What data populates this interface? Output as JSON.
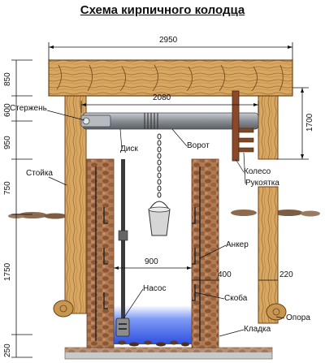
{
  "title": "Схема кирпичного колодца",
  "dimensions": {
    "top_width": "2950",
    "shaft_length": "2080",
    "inner_width": "900",
    "wall_width": "400",
    "post_width": "220",
    "left_850": "850",
    "left_600": "600",
    "left_950": "950",
    "left_750": "750",
    "left_1750": "1750",
    "left_250": "250",
    "right_1700": "1700"
  },
  "labels": {
    "rod": "Стержень",
    "disk": "Диск",
    "collar": "Ворот",
    "post": "Стойка",
    "wheel": "Колесо",
    "handle": "Рукоятка",
    "anchor": "Анкер",
    "pump": "Насос",
    "bracket": "Скоба",
    "support": "Опора",
    "masonry": "Кладка"
  },
  "colors": {
    "wood": "#d4a560",
    "wood_dark": "#8a5a25",
    "brick": "#a06a44",
    "shaft": "#8a8f95",
    "water": "#3a62e8",
    "handle": "#7a4a2a"
  }
}
